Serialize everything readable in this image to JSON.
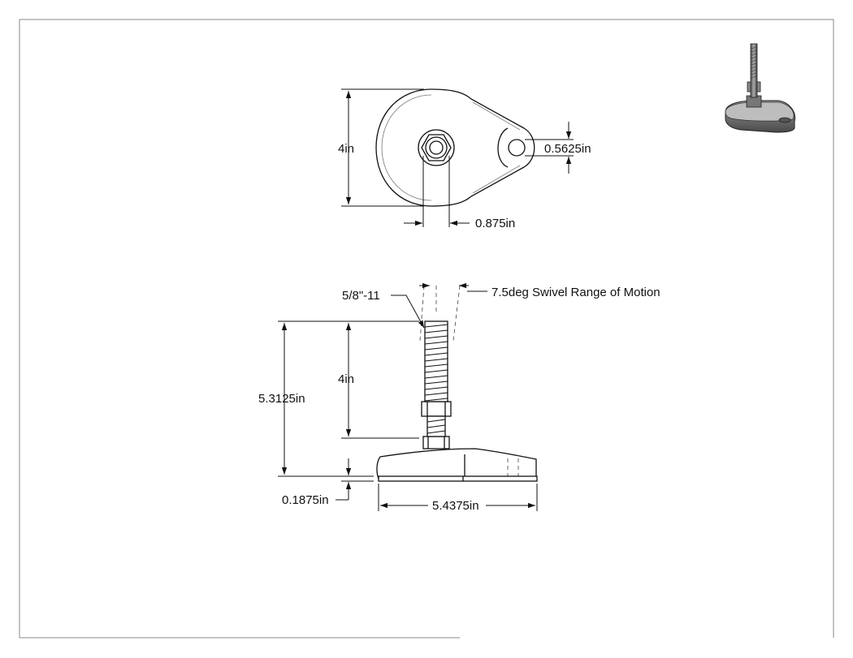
{
  "top_view": {
    "height_label": "4in",
    "hole_label": "0.5625in",
    "stud_label": "0.875in"
  },
  "side_view": {
    "thread_label": "5/8\"-11",
    "swivel_label": "7.5deg Swivel Range of Motion",
    "overall_height_label": "5.3125in",
    "stud_height_label": "4in",
    "base_thickness_label": "0.1875in",
    "base_width_label": "5.4375in"
  },
  "colors": {
    "line": "#111111",
    "frame": "#888888",
    "iso_dark": "#3a3a3a",
    "iso_mid": "#8c8c8c",
    "iso_light": "#cfcfcf"
  }
}
